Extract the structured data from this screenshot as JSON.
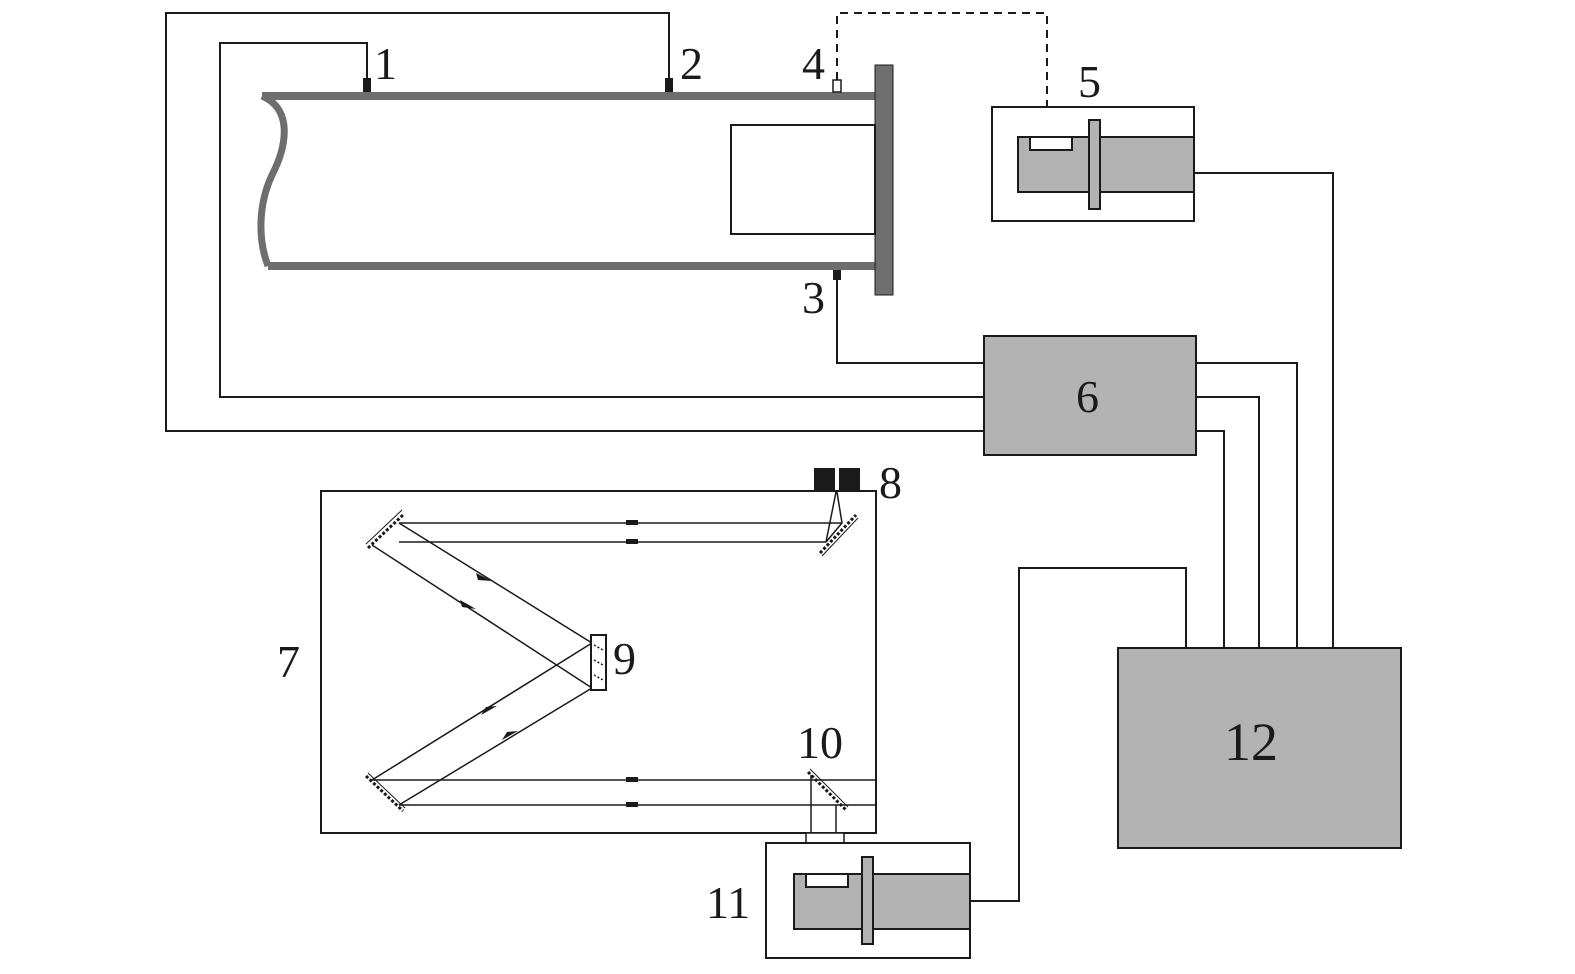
{
  "labels": {
    "sensor_1": "1",
    "sensor_2": "2",
    "sensor_3": "3",
    "sensor_4": "4",
    "camera_5": "5",
    "unit_6": "6",
    "optical_bench_7": "7",
    "source_8": "8",
    "element_9": "9",
    "mirror_10": "10",
    "camera_11": "11",
    "unit_12": "12"
  },
  "colors": {
    "line": "#1a1a1a",
    "tube_wall": "#6e6e6e",
    "unit_fill": "#b3b3b3",
    "background": "#ffffff"
  }
}
